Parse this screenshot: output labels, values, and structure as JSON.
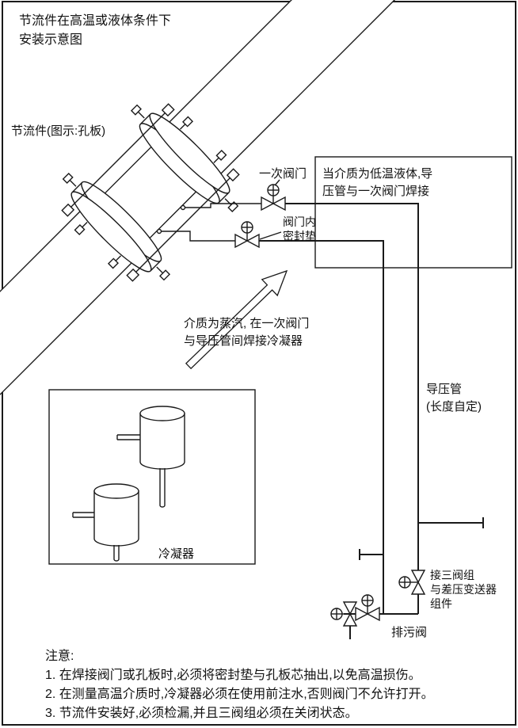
{
  "title": {
    "line1": "节流件在高温或液体条件下",
    "line2": "安装示意图"
  },
  "diagram": {
    "throttle_label": "节流件(图示:孔板)",
    "primary_valve_label": "一次阀门",
    "valve_gasket": {
      "line1": "阀门内",
      "line2": "密封垫"
    },
    "low_temp_note": {
      "line1": "当介质为低温液体,导",
      "line2": "压管与一次阀门焊接"
    },
    "steam_note": {
      "line1": "介质为蒸汽, 在一次阀门",
      "line2": "与导压管间焊接冷凝器"
    },
    "condenser_label": "冷凝器",
    "impulse_pipe": {
      "line1": "导压管",
      "line2": "(长度自定)"
    },
    "manifold_note": {
      "line1": "接三阀组",
      "line2": "与差压变送器",
      "line3": "组件"
    },
    "drain_valve_label": "排污阀"
  },
  "notes": {
    "heading": "注意:",
    "items": [
      "1. 在焊接阀门或孔板时,必须将密封垫与孔板芯抽出,以免高温损伤。",
      "2. 在测量高温介质时,冷凝器必须在使用前注水,否则阀门不允许打开。",
      "3. 节流件安装好,必须检漏,并且三阀组必须在关闭状态。"
    ]
  },
  "colors": {
    "line": "#1a1a1a",
    "background": "#ffffff"
  }
}
